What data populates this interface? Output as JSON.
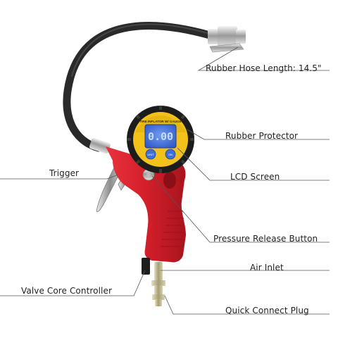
{
  "callouts": {
    "hose_length": "Rubber Hose Length: 14.5\"",
    "rubber_protector": "Rubber Protector",
    "trigger": "Trigger",
    "lcd_screen": "LCD Screen",
    "pressure_release_button": "Pressure Release Button",
    "air_inlet": "Air Inlet",
    "valve_core_controller": "Valve Core Controller",
    "quick_connect_plug": "Quick Connect Plug"
  },
  "gauge": {
    "brand_text": "TIRE INFLATOR W/ GAUGE",
    "display_value": "0.00",
    "left_button": "UNIT",
    "right_button": "ON"
  },
  "colors": {
    "gun_body": "#d8202c",
    "hose": "#2a2a2a",
    "protector": "#1c1c1c",
    "face": "#f2c21a",
    "lcd": "#3f6fd8",
    "leader_line": "#555555"
  }
}
